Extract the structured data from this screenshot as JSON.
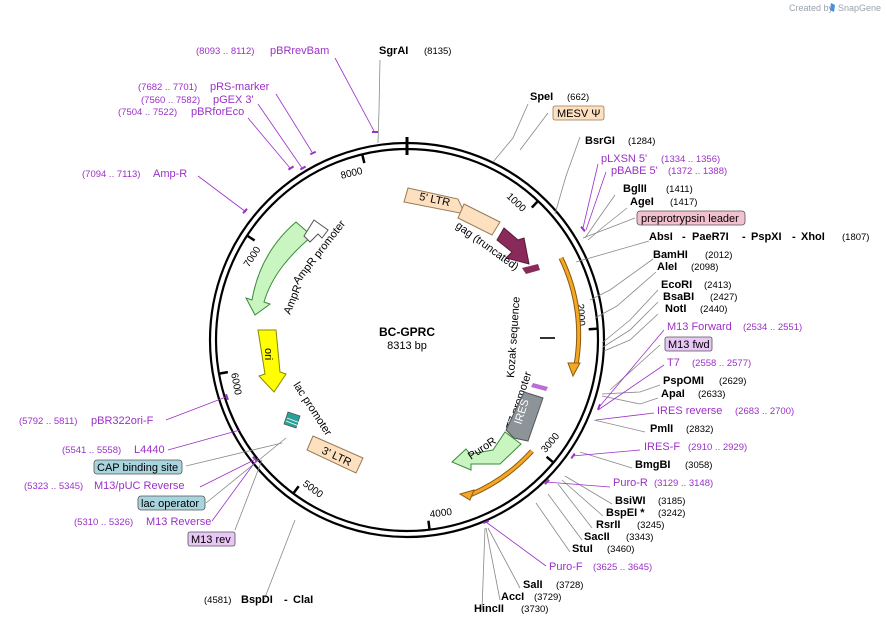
{
  "branding": {
    "created_by": "Created by",
    "app_name": "SnapGene"
  },
  "plasmid": {
    "name": "BC-GPRC",
    "size_label": "8313 bp",
    "length": 8313
  },
  "ruler": [
    "1000",
    "2000",
    "3000",
    "4000",
    "5000",
    "6000",
    "7000",
    "8000"
  ],
  "sites": [
    {
      "name": "SgrAI",
      "pos": "(8135)"
    },
    {
      "name": "SpeI",
      "pos": "(662)"
    },
    {
      "name": "BsrGI",
      "pos": "(1284)"
    },
    {
      "name": "BglII",
      "pos": "(1411)"
    },
    {
      "name": "AgeI",
      "pos": "(1417)"
    },
    {
      "name": "AbsI",
      "pos": ""
    },
    {
      "name": "PaeR7I",
      "pos": ""
    },
    {
      "name": "PspXI",
      "pos": ""
    },
    {
      "name": "XhoI",
      "pos": "(1807)"
    },
    {
      "name": "BamHI",
      "pos": "(2012)"
    },
    {
      "name": "AleI",
      "pos": "(2098)"
    },
    {
      "name": "EcoRI",
      "pos": "(2413)"
    },
    {
      "name": "BsaBI",
      "pos": "(2427)"
    },
    {
      "name": "NotI",
      "pos": "(2440)"
    },
    {
      "name": "PspOMI",
      "pos": "(2629)"
    },
    {
      "name": "ApaI",
      "pos": "(2633)"
    },
    {
      "name": "PmlI",
      "pos": "(2832)"
    },
    {
      "name": "BmgBI",
      "pos": "(3058)"
    },
    {
      "name": "BsiWI",
      "pos": "(3185)"
    },
    {
      "name": "BspEI *",
      "pos": "(3242)"
    },
    {
      "name": "RsrII",
      "pos": "(3245)"
    },
    {
      "name": "SacII",
      "pos": "(3343)"
    },
    {
      "name": "StuI",
      "pos": "(3460)"
    },
    {
      "name": "SalI",
      "pos": "(3728)"
    },
    {
      "name": "AccI",
      "pos": "(3729)"
    },
    {
      "name": "HincII",
      "pos": "(3730)"
    },
    {
      "name": "BspDI",
      "pos": "(4581)"
    },
    {
      "name": "ClaI",
      "pos": ""
    }
  ],
  "primers": [
    {
      "name": "pBRrevBam",
      "pos": "(8093 .. 8112)"
    },
    {
      "name": "pRS-marker",
      "pos": "(7682 .. 7701)"
    },
    {
      "name": "pGEX 3'",
      "pos": "(7560 .. 7582)"
    },
    {
      "name": "pBRforEco",
      "pos": "(7504 .. 7522)"
    },
    {
      "name": "Amp-R",
      "pos": "(7094 .. 7113)"
    },
    {
      "name": "pLXSN 5'",
      "pos": "(1334 .. 1356)"
    },
    {
      "name": "pBABE 5'",
      "pos": "(1372 .. 1388)"
    },
    {
      "name": "M13 Forward",
      "pos": "(2534 .. 2551)"
    },
    {
      "name": "T7",
      "pos": "(2558 .. 2577)"
    },
    {
      "name": "IRES reverse",
      "pos": "(2683 .. 2700)"
    },
    {
      "name": "IRES-F",
      "pos": "(2910 .. 2929)"
    },
    {
      "name": "Puro-R",
      "pos": "(3129 .. 3148)"
    },
    {
      "name": "Puro-F",
      "pos": "(3625 .. 3645)"
    },
    {
      "name": "pBR322ori-F",
      "pos": "(5792 .. 5811)"
    },
    {
      "name": "L4440",
      "pos": "(5541 .. 5558)"
    },
    {
      "name": "M13/pUC Reverse",
      "pos": "(5323 .. 5345)"
    },
    {
      "name": "M13 Reverse",
      "pos": "(5310 .. 5326)"
    }
  ],
  "boxed": [
    {
      "name": "MESV Ψ"
    },
    {
      "name": "preprotrypsin leader"
    },
    {
      "name": "M13 fwd"
    },
    {
      "name": "CAP binding site"
    },
    {
      "name": "lac operator"
    },
    {
      "name": "M13 rev"
    }
  ],
  "features": [
    {
      "name": "5' LTR"
    },
    {
      "name": "gag (truncated)"
    },
    {
      "name": "Kozak sequence"
    },
    {
      "name": "T7 promoter"
    },
    {
      "name": "IRES"
    },
    {
      "name": "PuroR"
    },
    {
      "name": "3' LTR"
    },
    {
      "name": "lac promoter"
    },
    {
      "name": "ori"
    },
    {
      "name": "AmpR"
    },
    {
      "name": "AmpR promoter"
    }
  ],
  "colors": {
    "primer": "#9b30c8",
    "ltr": "#fde0c0",
    "gag": "#8a2a5a",
    "orange": "#f5a623",
    "ires": "#8c9399",
    "puro": "#c8f5c0",
    "amp": "#c8f5c0",
    "ori": "#ffff00"
  }
}
